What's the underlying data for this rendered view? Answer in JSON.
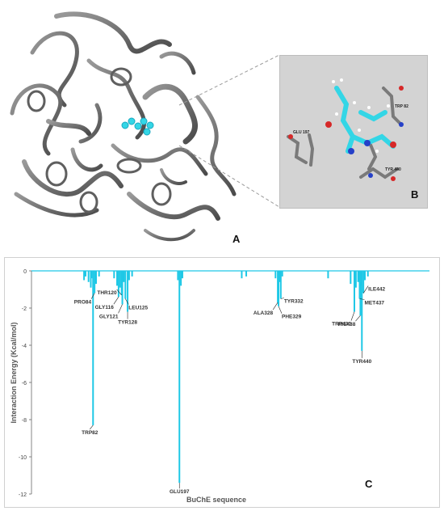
{
  "panels": {
    "a_label": "A",
    "b_label": "B",
    "c_label": "C"
  },
  "inset_labels": {
    "glu": "GLU 197",
    "trp": "TRP 82",
    "tyr": "TYR 440"
  },
  "colors": {
    "bar": "#1ec8e6",
    "protein": "#7a7a7a",
    "ligand": "#33d6e6",
    "inset_bg": "#d3d3d3"
  },
  "chart_data": {
    "type": "bar",
    "xlabel": "BuChE sequence",
    "ylabel": "Interaction Energy (Kcal/mol)",
    "ylim": [
      -12,
      0
    ],
    "yticks": [
      0,
      -2,
      -4,
      -6,
      -8,
      -10,
      -12
    ],
    "residue_count": 530,
    "labeled_residues": [
      {
        "name": "TRP82",
        "residue": 82,
        "value": -8.3
      },
      {
        "name": "PRO84",
        "residue": 84,
        "value": -1.2
      },
      {
        "name": "GLY116",
        "residue": 116,
        "value": -1.4
      },
      {
        "name": "THR120",
        "residue": 120,
        "value": -1.3
      },
      {
        "name": "GLY121",
        "residue": 121,
        "value": -1.8
      },
      {
        "name": "LEU125",
        "residue": 125,
        "value": -1.5
      },
      {
        "name": "TYR128",
        "residue": 128,
        "value": -2.2
      },
      {
        "name": "GLU197",
        "residue": 197,
        "value": -11.4
      },
      {
        "name": "ALA328",
        "residue": 328,
        "value": -1.7
      },
      {
        "name": "PHE329",
        "residue": 329,
        "value": -1.9
      },
      {
        "name": "TYR332",
        "residue": 332,
        "value": -1.5
      },
      {
        "name": "TRP430",
        "residue": 430,
        "value": -2.2
      },
      {
        "name": "MET437",
        "residue": 437,
        "value": -1.5
      },
      {
        "name": "HIS438",
        "residue": 438,
        "value": -2.4
      },
      {
        "name": "TYR440",
        "residue": 440,
        "value": -4.3
      },
      {
        "name": "ILE442",
        "residue": 442,
        "value": -1.2
      }
    ],
    "minor_bars": [
      {
        "residue": 70,
        "value": -0.5
      },
      {
        "residue": 72,
        "value": -0.3
      },
      {
        "residue": 76,
        "value": -0.6
      },
      {
        "residue": 79,
        "value": -0.9
      },
      {
        "residue": 80,
        "value": -0.4
      },
      {
        "residue": 86,
        "value": -0.7
      },
      {
        "residue": 90,
        "value": -0.3
      },
      {
        "residue": 110,
        "value": -0.4
      },
      {
        "residue": 114,
        "value": -0.8
      },
      {
        "residue": 118,
        "value": -0.9
      },
      {
        "residue": 123,
        "value": -0.6
      },
      {
        "residue": 130,
        "value": -0.5
      },
      {
        "residue": 134,
        "value": -0.3
      },
      {
        "residue": 195,
        "value": -0.5
      },
      {
        "residue": 199,
        "value": -0.8
      },
      {
        "residue": 201,
        "value": -0.4
      },
      {
        "residue": 280,
        "value": -0.4
      },
      {
        "residue": 286,
        "value": -0.3
      },
      {
        "residue": 325,
        "value": -0.4
      },
      {
        "residue": 331,
        "value": -0.6
      },
      {
        "residue": 334,
        "value": -0.3
      },
      {
        "residue": 395,
        "value": -0.4
      },
      {
        "residue": 425,
        "value": -0.7
      },
      {
        "residue": 432,
        "value": -0.9
      },
      {
        "residue": 435,
        "value": -0.6
      },
      {
        "residue": 439,
        "value": -0.8
      },
      {
        "residue": 444,
        "value": -0.5
      },
      {
        "residue": 448,
        "value": -0.3
      }
    ]
  }
}
